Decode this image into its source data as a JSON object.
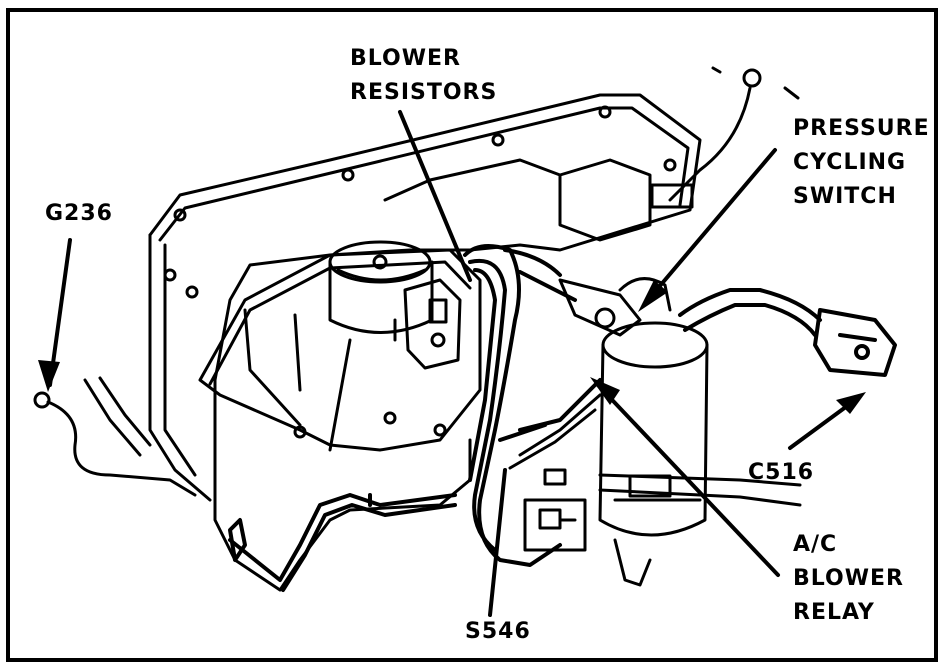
{
  "labels": {
    "blower_resistors": [
      "BLOWER",
      "RESISTORS"
    ],
    "pressure_cycling_switch": [
      "PRESSURE",
      "CYCLING",
      "SWITCH"
    ],
    "g236": "G236",
    "c516": "C516",
    "ac_blower_relay": [
      "A/C",
      "BLOWER",
      "RELAY"
    ],
    "s546": "S546"
  },
  "colors": {
    "ink": "#000000",
    "paper": "#ffffff"
  }
}
